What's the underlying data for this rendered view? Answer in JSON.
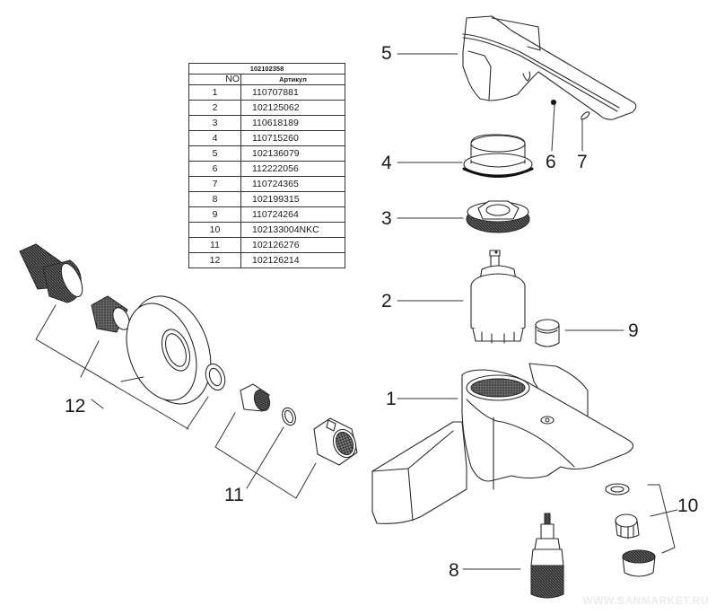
{
  "diagram": {
    "type": "exploded parts diagram",
    "subject": "single-lever bath mixer",
    "watermark": "WWW.SANMARKET.RU"
  },
  "parts_table": {
    "title": "102102358",
    "headers": {
      "no": "NO",
      "article": "Артикул"
    },
    "rows": [
      {
        "no": "1",
        "article": "110707881"
      },
      {
        "no": "2",
        "article": "102125062"
      },
      {
        "no": "3",
        "article": "110618189"
      },
      {
        "no": "4",
        "article": "110715260"
      },
      {
        "no": "5",
        "article": "102136079"
      },
      {
        "no": "6",
        "article": "112222056"
      },
      {
        "no": "7",
        "article": "110724365"
      },
      {
        "no": "8",
        "article": "102199315"
      },
      {
        "no": "9",
        "article": "110724264"
      },
      {
        "no": "10",
        "article": "102133004NKC"
      },
      {
        "no": "11",
        "article": "102126276"
      },
      {
        "no": "12",
        "article": "102126214"
      }
    ]
  },
  "callouts": {
    "c1": "1",
    "c2": "2",
    "c3": "3",
    "c4": "4",
    "c5": "5",
    "c6": "6",
    "c7": "7",
    "c8": "8",
    "c9": "9",
    "c10": "10",
    "c11": "11",
    "c12": "12"
  },
  "parts": {
    "p1": "mixer body",
    "p2": "cartridge",
    "p3": "clamping nut",
    "p4": "decorative cap",
    "p5": "lever handle",
    "p6": "screw cap",
    "p7": "screw",
    "p8": "diverter",
    "p9": "plug",
    "p10": "aerator set",
    "p11": "connection nut set",
    "p12": "eccentric set"
  }
}
